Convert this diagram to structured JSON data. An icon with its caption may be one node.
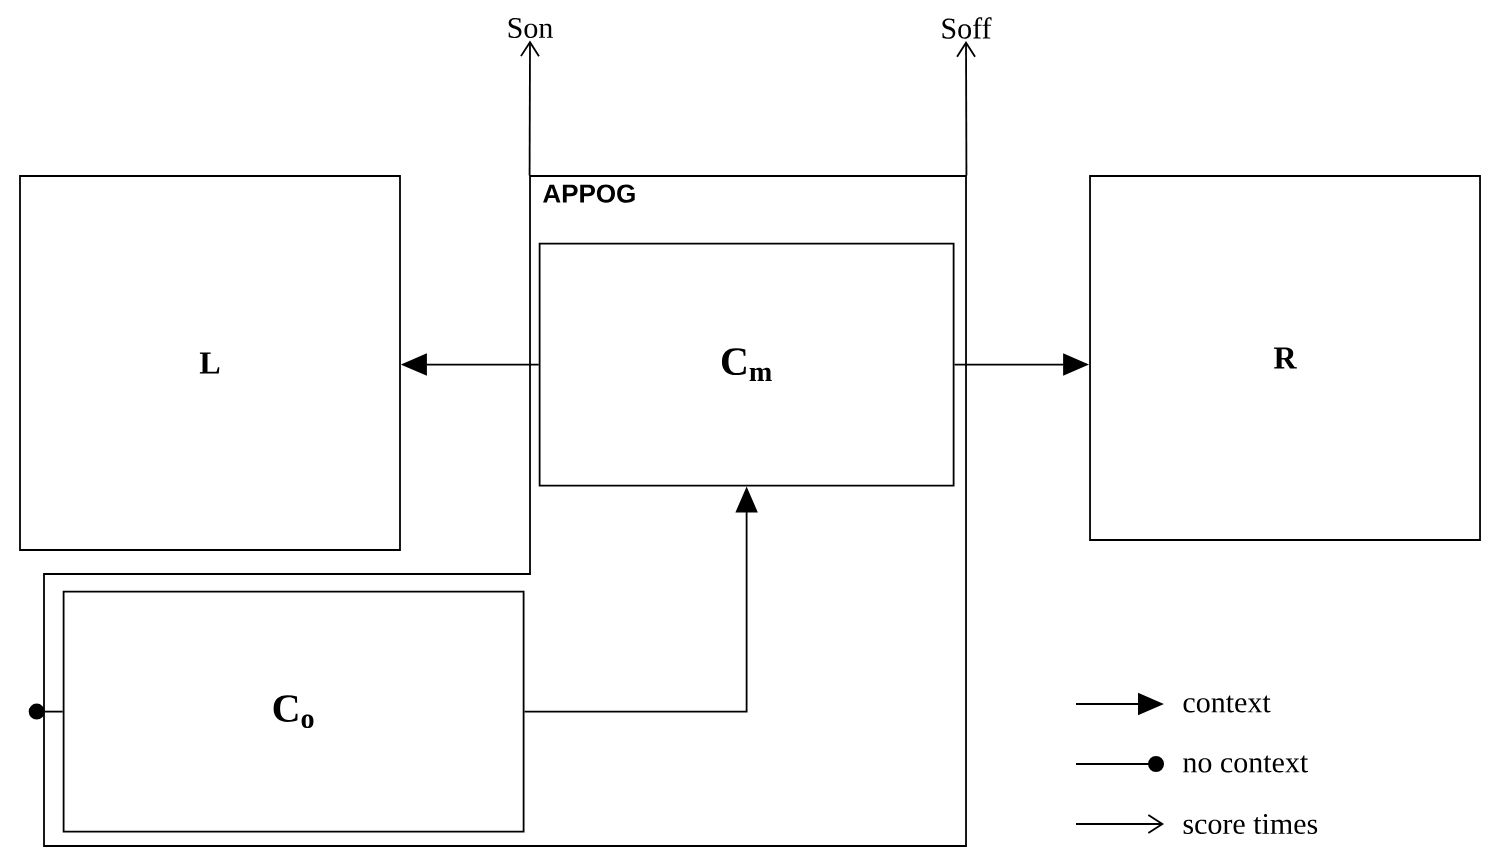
{
  "diagram": {
    "nodes": [
      {
        "text": [
          "L"
        ]
      },
      {
        "text": [
          "APPOG"
        ]
      },
      {
        "text": [
          "C$_{m}$"
        ],
        "in": 1
      },
      {
        "text": [
          "R"
        ]
      },
      {
        "text": [
          "C$_{o}$"
        ],
        "in": 1
      },
      {
        "text": [
          "Son"
        ]
      },
      {
        "text": [
          "Soff"
        ]
      }
    ],
    "edges": [
      {
        "from": 2,
        "to": 0,
        "arrow": "to"
      },
      {
        "from": 2,
        "to": 3,
        "arrow": "to"
      },
      {
        "from": 4,
        "to": 2,
        "arrow": "to"
      },
      {
        "from": null,
        "to": 4,
        "arrow": "other"
      },
      {
        "from": 1,
        "to": 5,
        "arrow": "to"
      },
      {
        "from": 1,
        "to": 6,
        "arrow": "to"
      }
    ],
    "legend": [
      {
        "text": "context"
      },
      {
        "text": "no context"
      },
      {
        "text": "score times"
      }
    ]
  }
}
